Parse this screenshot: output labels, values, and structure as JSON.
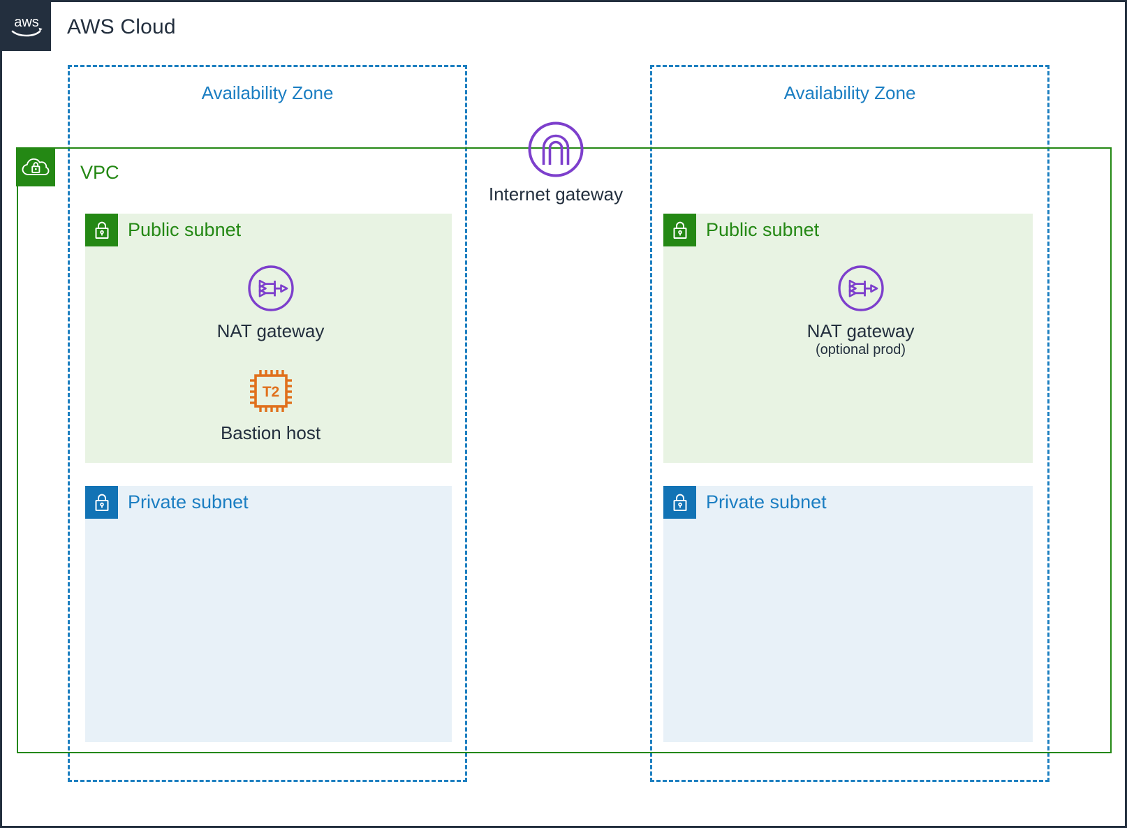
{
  "diagram": {
    "title": "AWS Cloud",
    "logo_icon": "aws-logo-icon",
    "border_color": "#232F3E"
  },
  "vpc": {
    "label": "VPC",
    "icon": "vpc-cloud-lock-icon",
    "color": "#248814"
  },
  "availability_zones": [
    {
      "label": "Availability Zone",
      "color": "#1B7EC2",
      "subnets": [
        {
          "label": "Public subnet",
          "type": "public",
          "icon": "lock-icon",
          "icon_color": "#248814",
          "background": "#E8F3E3",
          "resources": [
            {
              "label": "NAT gateway",
              "sublabel": "",
              "icon": "nat-gateway-icon",
              "color": "#7D3FCC"
            },
            {
              "label": "Bastion host",
              "sublabel": "",
              "icon": "ec2-t2-instance-icon",
              "color": "#E0701C",
              "chip_text": "T2"
            }
          ]
        },
        {
          "label": "Private subnet",
          "type": "private",
          "icon": "lock-icon",
          "icon_color": "#1273B5",
          "background": "#E8F1F8",
          "resources": []
        }
      ]
    },
    {
      "label": "Availability Zone",
      "color": "#1B7EC2",
      "subnets": [
        {
          "label": "Public subnet",
          "type": "public",
          "icon": "lock-icon",
          "icon_color": "#248814",
          "background": "#E8F3E3",
          "resources": [
            {
              "label": "NAT gateway",
              "sublabel": "(optional prod)",
              "icon": "nat-gateway-icon",
              "color": "#7D3FCC"
            }
          ]
        },
        {
          "label": "Private subnet",
          "type": "private",
          "icon": "lock-icon",
          "icon_color": "#1273B5",
          "background": "#E8F1F8",
          "resources": []
        }
      ]
    }
  ],
  "internet_gateway": {
    "label": "Internet gateway",
    "icon": "internet-gateway-icon",
    "color": "#7D3FCC"
  }
}
